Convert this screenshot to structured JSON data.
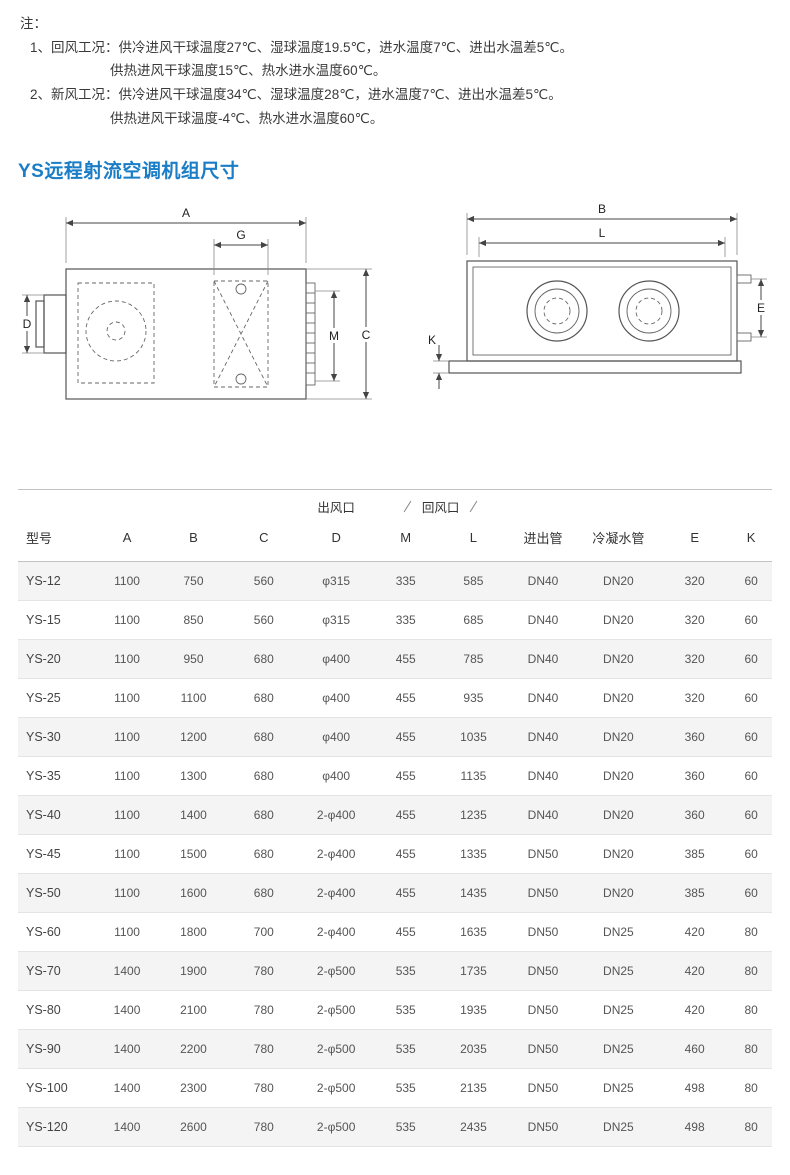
{
  "page": {
    "notes_title": "注：",
    "notes": [
      {
        "line1": "1、回风工况：供冷进风干球温度27℃、湿球温度19.5℃，进水温度7℃、进出水温差5℃。",
        "line2": "供热进风干球温度15℃、热水进水温度60℃。"
      },
      {
        "line1": "2、新风工况：供冷进风干球温度34℃、湿球温度28℃，进水温度7℃、进出水温差5℃。",
        "line2": "供热进风干球温度-4℃、热水进水温度60℃。"
      }
    ],
    "heading": "YS远程射流空调机组尺寸"
  },
  "diagram": {
    "side_view": {
      "labels": {
        "A": "A",
        "G": "G",
        "D": "D",
        "M": "M",
        "C": "C"
      }
    },
    "front_view": {
      "labels": {
        "B": "B",
        "L": "L",
        "E": "E",
        "K": "K"
      }
    }
  },
  "table": {
    "group_headers": {
      "outlet": "出风口",
      "return": "回风口"
    },
    "columns": [
      "型号",
      "A",
      "B",
      "C",
      "D",
      "M",
      "L",
      "进出管",
      "冷凝水管",
      "E",
      "K"
    ],
    "rows": [
      [
        "YS-12",
        "1100",
        "750",
        "560",
        "φ315",
        "335",
        "585",
        "DN40",
        "DN20",
        "320",
        "60"
      ],
      [
        "YS-15",
        "1100",
        "850",
        "560",
        "φ315",
        "335",
        "685",
        "DN40",
        "DN20",
        "320",
        "60"
      ],
      [
        "YS-20",
        "1100",
        "950",
        "680",
        "φ400",
        "455",
        "785",
        "DN40",
        "DN20",
        "320",
        "60"
      ],
      [
        "YS-25",
        "1100",
        "1100",
        "680",
        "φ400",
        "455",
        "935",
        "DN40",
        "DN20",
        "320",
        "60"
      ],
      [
        "YS-30",
        "1100",
        "1200",
        "680",
        "φ400",
        "455",
        "1035",
        "DN40",
        "DN20",
        "360",
        "60"
      ],
      [
        "YS-35",
        "1100",
        "1300",
        "680",
        "φ400",
        "455",
        "1135",
        "DN40",
        "DN20",
        "360",
        "60"
      ],
      [
        "YS-40",
        "1100",
        "1400",
        "680",
        "2-φ400",
        "455",
        "1235",
        "DN40",
        "DN20",
        "360",
        "60"
      ],
      [
        "YS-45",
        "1100",
        "1500",
        "680",
        "2-φ400",
        "455",
        "1335",
        "DN50",
        "DN20",
        "385",
        "60"
      ],
      [
        "YS-50",
        "1100",
        "1600",
        "680",
        "2-φ400",
        "455",
        "1435",
        "DN50",
        "DN20",
        "385",
        "60"
      ],
      [
        "YS-60",
        "1100",
        "1800",
        "700",
        "2-φ400",
        "455",
        "1635",
        "DN50",
        "DN25",
        "420",
        "80"
      ],
      [
        "YS-70",
        "1400",
        "1900",
        "780",
        "2-φ500",
        "535",
        "1735",
        "DN50",
        "DN25",
        "420",
        "80"
      ],
      [
        "YS-80",
        "1400",
        "2100",
        "780",
        "2-φ500",
        "535",
        "1935",
        "DN50",
        "DN25",
        "420",
        "80"
      ],
      [
        "YS-90",
        "1400",
        "2200",
        "780",
        "2-φ500",
        "535",
        "2035",
        "DN50",
        "DN25",
        "460",
        "80"
      ],
      [
        "YS-100",
        "1400",
        "2300",
        "780",
        "2-φ500",
        "535",
        "2135",
        "DN50",
        "DN25",
        "498",
        "80"
      ],
      [
        "YS-120",
        "1400",
        "2600",
        "780",
        "2-φ500",
        "535",
        "2435",
        "DN50",
        "DN25",
        "498",
        "80"
      ]
    ]
  },
  "colors": {
    "heading": "#1a7dc5"
  }
}
